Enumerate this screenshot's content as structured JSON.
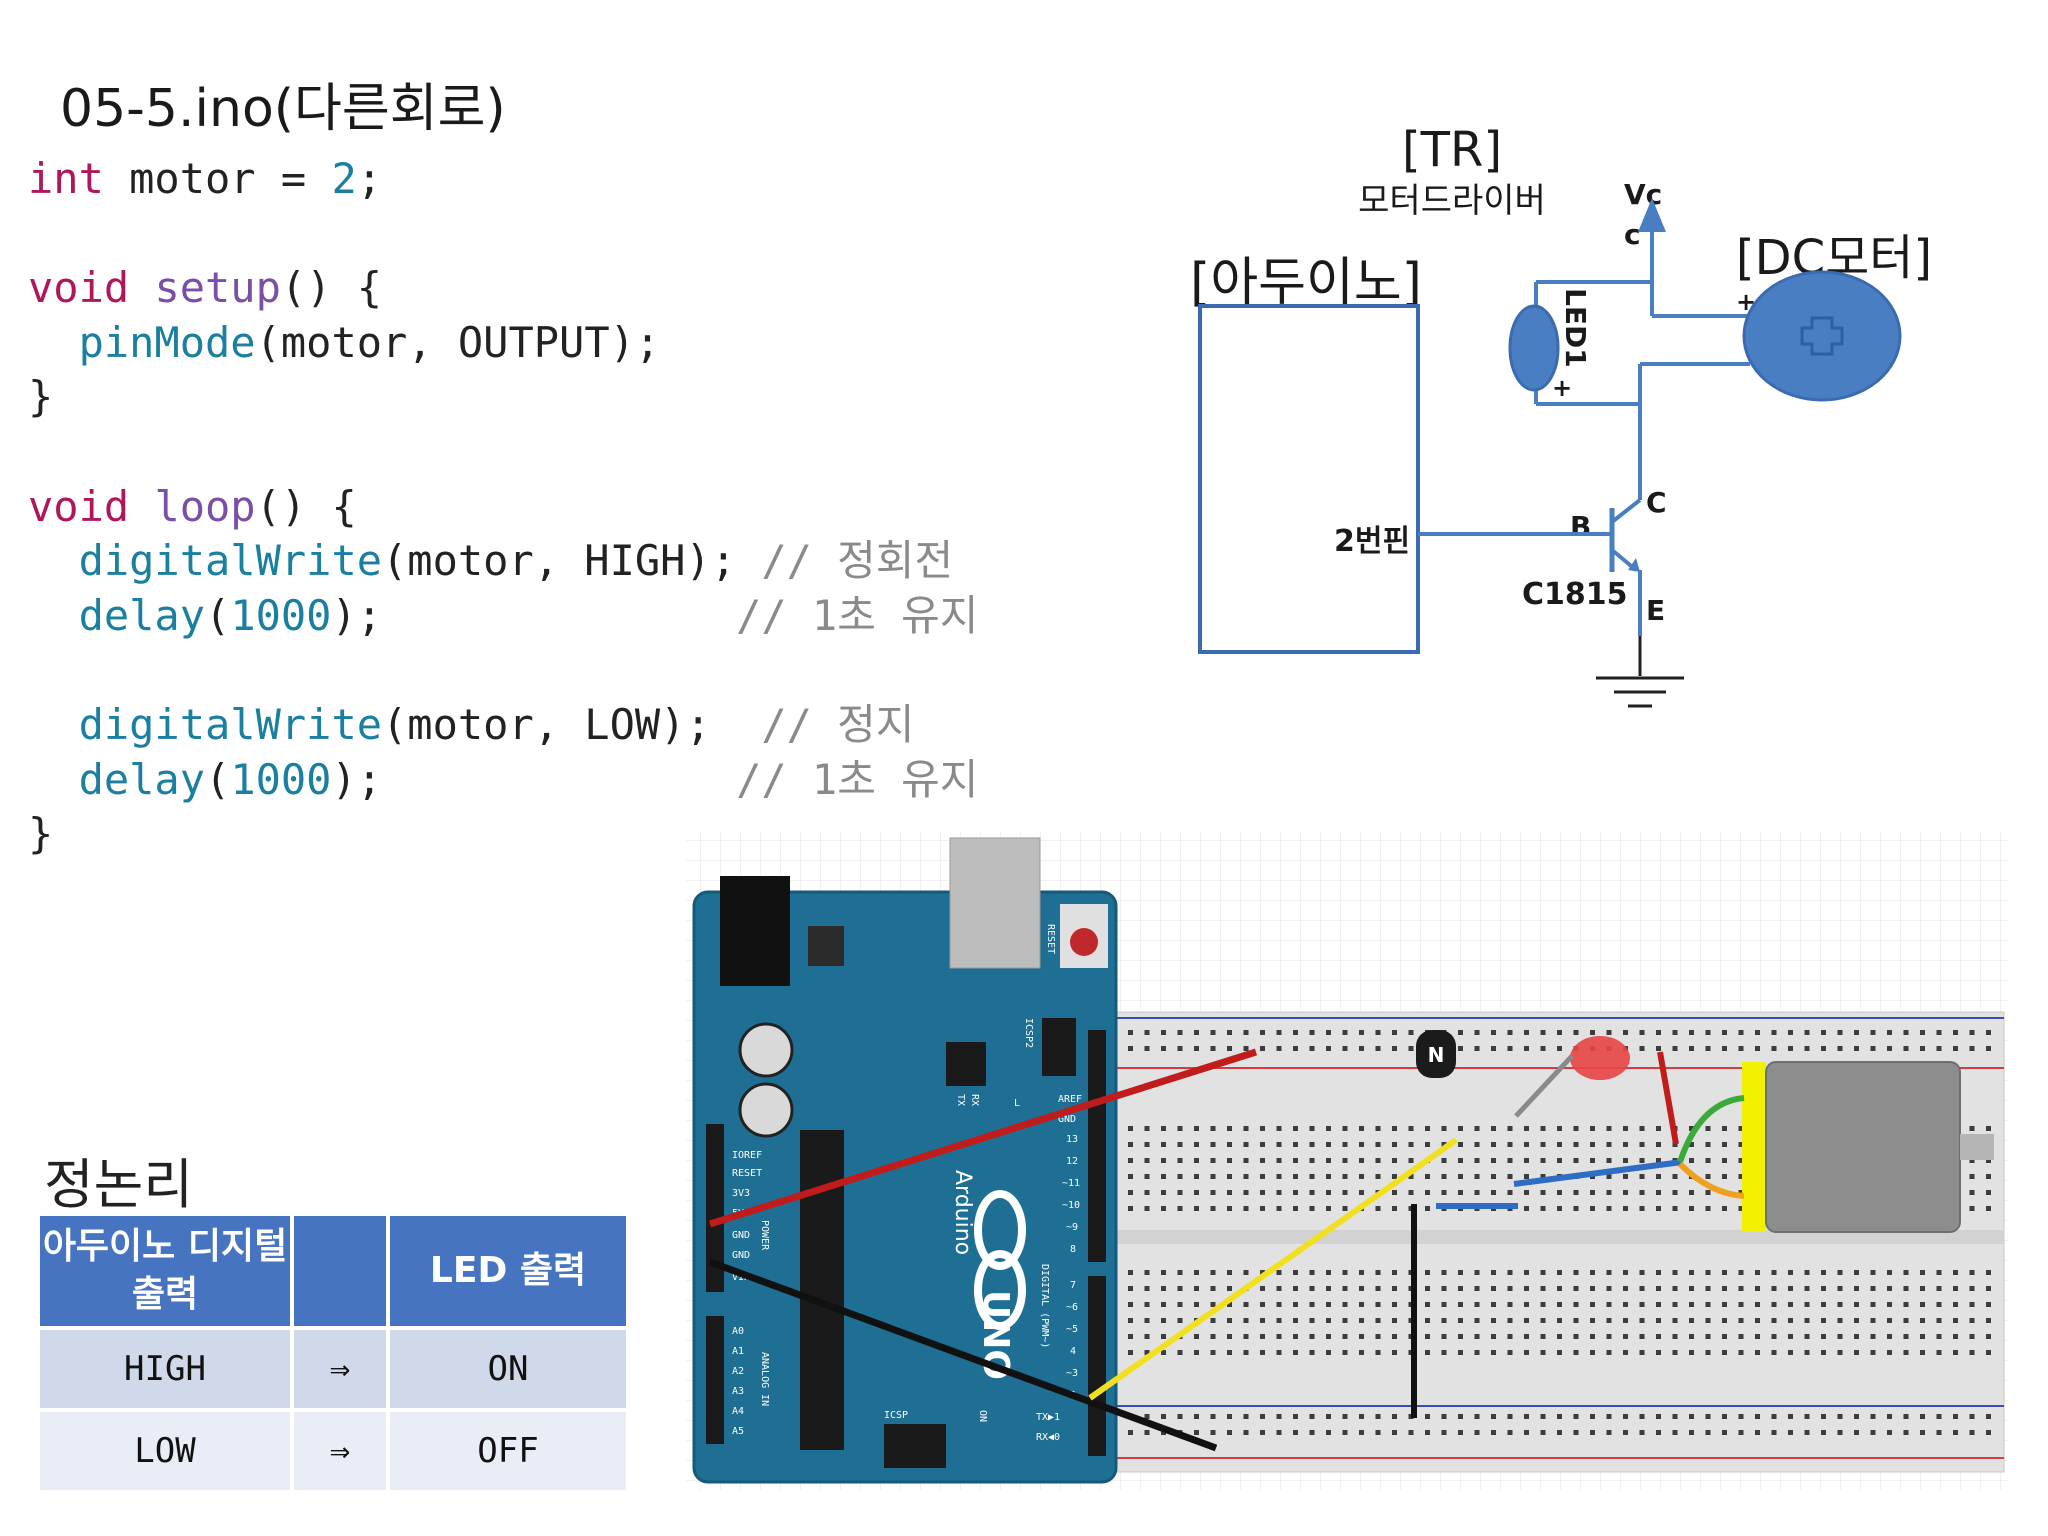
{
  "slide": {
    "title": "05-5.ino(다른회로)"
  },
  "code": {
    "l1": {
      "k": "int",
      "p1": " motor = ",
      "n": "2",
      "p2": ";"
    },
    "l3": {
      "k": "void",
      "sp": " ",
      "f": "setup",
      "p": "() {"
    },
    "l4": {
      "ind": "  ",
      "f": "pinMode",
      "p": "(motor, OUTPUT);"
    },
    "l5": {
      "p": "}"
    },
    "l7": {
      "k": "void",
      "sp": " ",
      "f": "loop",
      "p": "() {"
    },
    "l8": {
      "ind": "  ",
      "f": "digitalWrite",
      "p": "(motor, HIGH); ",
      "c": "// 정회전"
    },
    "l9": {
      "ind": "  ",
      "f": "delay",
      "p1": "(",
      "n": "1000",
      "p2": ");",
      "pad": "              ",
      "c": "// 1초 유지"
    },
    "l11": {
      "ind": "  ",
      "f": "digitalWrite",
      "p": "(motor, LOW);  ",
      "c": "// 정지"
    },
    "l12": {
      "ind": "  ",
      "f": "delay",
      "p1": "(",
      "n": "1000",
      "p2": ");",
      "pad": "              ",
      "c": "// 1초 유지"
    },
    "l13": {
      "p": "}"
    }
  },
  "schematic": {
    "tr_label": "[TR]",
    "tr_sub": "모터드라이버",
    "arduino_label": "[아두이노]",
    "pin_label": "2번핀",
    "vcc_label": "Vc",
    "vcc_label2": "c",
    "led_label": "LED1",
    "led_plus": "+",
    "motor_label": "[DC모터]",
    "motor_plus": "+",
    "b_label": "B",
    "c_label": "C",
    "e_label": "E",
    "part_label": "C1815"
  },
  "breadboard": {
    "board_name": "Arduino",
    "board_model": "UNO",
    "transistor_mark": "N",
    "ioref": "IOREF",
    "reset": "RESET",
    "v33": "3V3",
    "v5": "5V",
    "gnd1": "GND",
    "gnd2": "GND",
    "vin": "VIN",
    "a0": "A0",
    "a1": "A1",
    "a2": "A2",
    "a3": "A3",
    "a4": "A4",
    "a5": "A5",
    "aref": "AREF",
    "gnd_r": "GND",
    "p13": "13",
    "p12": "12",
    "p11": "~11",
    "p10": "~10",
    "p9": "~9",
    "p8": "8",
    "p7": "7",
    "p6": "~6",
    "p5": "~5",
    "p4": "4",
    "p3": "~3",
    "p2": "2",
    "tx1": "TX▶1",
    "rx0": "RX◀0",
    "tx": "TX",
    "rx": "RX",
    "l": "L",
    "on": "ON",
    "icsp": "ICSP",
    "icsp2": "ICSP2",
    "power": "POWER",
    "analog_in": "ANALOG IN",
    "digital": "DIGITAL (PWM~)",
    "reset_btn": "RESET"
  },
  "logic": {
    "title": "정논리",
    "header_col1": "아두이노 디지털출력",
    "header_col2": "",
    "header_col3": "LED 출력",
    "rows": [
      {
        "input": "HIGH",
        "arrow": "⇒",
        "output": "ON"
      },
      {
        "input": "LOW",
        "arrow": "⇒",
        "output": "OFF"
      }
    ]
  },
  "colors": {
    "schematic_line": "#4a7ec2",
    "board_blue": "#1e6f93",
    "header_blue": "#4674c1",
    "keyword": "#b0175a",
    "builtin": "#1a7fa0",
    "comment": "#8a8a8a"
  }
}
